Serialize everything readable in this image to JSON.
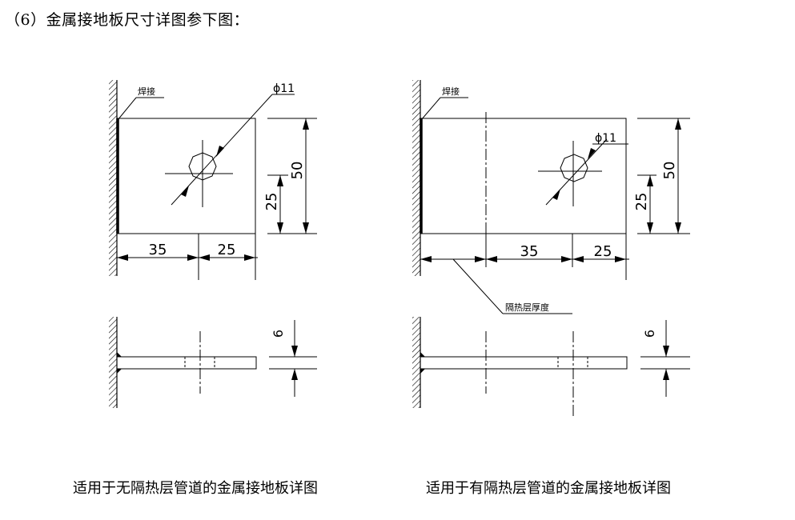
{
  "heading": "（6）金属接地板尺寸详图参下图：",
  "left_drawing": {
    "weld_label": "焊接",
    "hole_label": "ϕ11",
    "dim_height": "50",
    "dim_center": "25",
    "dim_left": "35",
    "dim_right": "25",
    "dim_thickness": "6"
  },
  "right_drawing": {
    "weld_label": "焊接",
    "hole_label": "ϕ11",
    "dim_height": "50",
    "dim_center": "25",
    "dim_left": "35",
    "dim_right": "25",
    "dim_thickness": "6",
    "insulation_label": "隔热层厚度"
  },
  "captions": {
    "left": "适用于无隔热层管道的金属接地板详图",
    "right": "适用于有隔热层管道的金属接地板详图"
  }
}
